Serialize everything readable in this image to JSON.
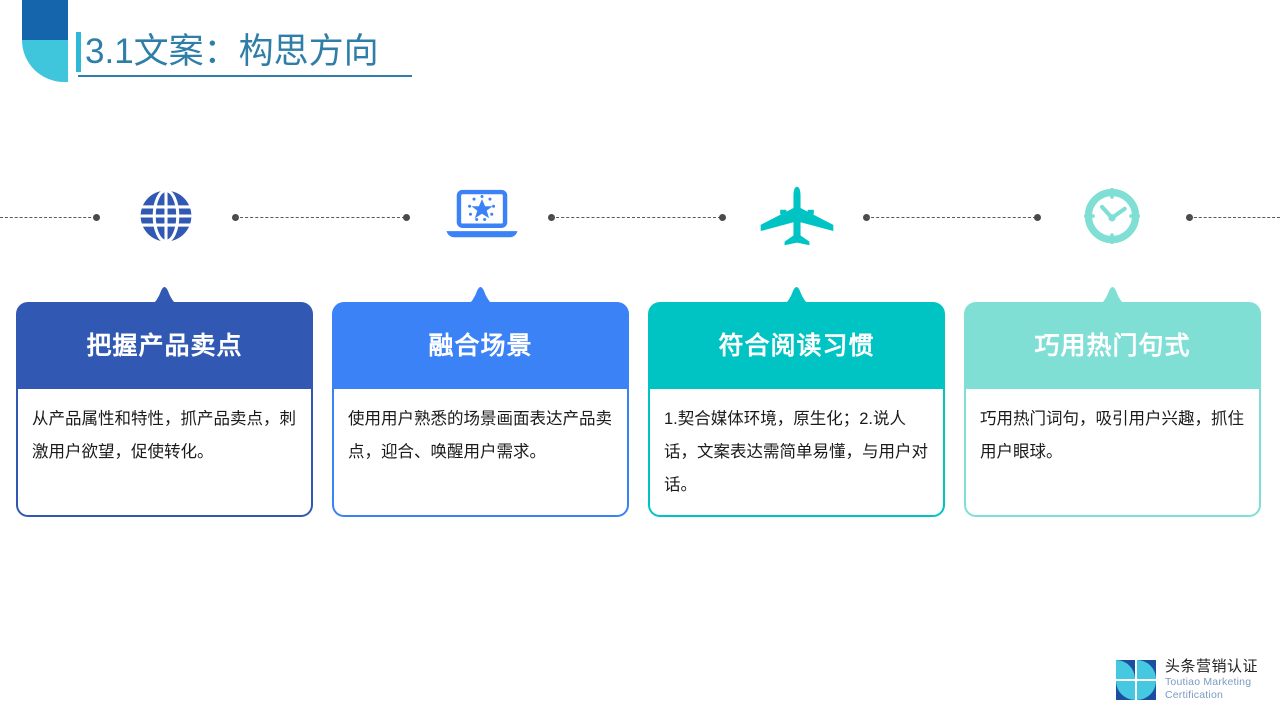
{
  "slide": {
    "title": "3.1文案：构思方向",
    "background_color": "#FFFFFF"
  },
  "decoration": {
    "name": "corner-shape",
    "top_color": "#1565AD",
    "bottom_color": "#3FC6DC"
  },
  "theme": {
    "title_color": "#2F7EA8",
    "title_bar_color": "#2FB8D8",
    "timeline_color": "#5A5A5A"
  },
  "timeline": {
    "segments": 5,
    "style": "dashed",
    "nodes": [
      {
        "icon": "globe-icon",
        "color": "#3159B3"
      },
      {
        "icon": "laptop-star-icon",
        "color": "#3B82F6"
      },
      {
        "icon": "airplane-icon",
        "color": "#00C4C4"
      },
      {
        "icon": "clock-icon",
        "color": "#7FDFD4"
      }
    ]
  },
  "cards": [
    {
      "title": "把握产品卖点",
      "body": "从产品属性和特性，抓产品卖点，刺激用户欲望，促使转化。",
      "color": "#3159B3",
      "icon": "globe-icon"
    },
    {
      "title": "融合场景",
      "body": "使用用户熟悉的场景画面表达产品卖点，迎合、唤醒用户需求。",
      "color": "#3B82F6",
      "icon": "laptop-star-icon"
    },
    {
      "title": "符合阅读习惯",
      "body": "1.契合媒体环境，原生化；2.说人话，文案表达需简单易懂，与用户对话。",
      "color": "#00C4C4",
      "icon": "airplane-icon"
    },
    {
      "title": "巧用热门句式",
      "body": "巧用热门词句，吸引用户兴趣，抓住用户眼球。",
      "color": "#7FDFD4",
      "icon": "clock-icon"
    }
  ],
  "logo": {
    "name_cn": "头条营销认证",
    "name_en_line1": "Toutiao Marketing",
    "name_en_line2": "Certification",
    "mark_dark": "#1B4DA0",
    "mark_light": "#45C8E0"
  }
}
